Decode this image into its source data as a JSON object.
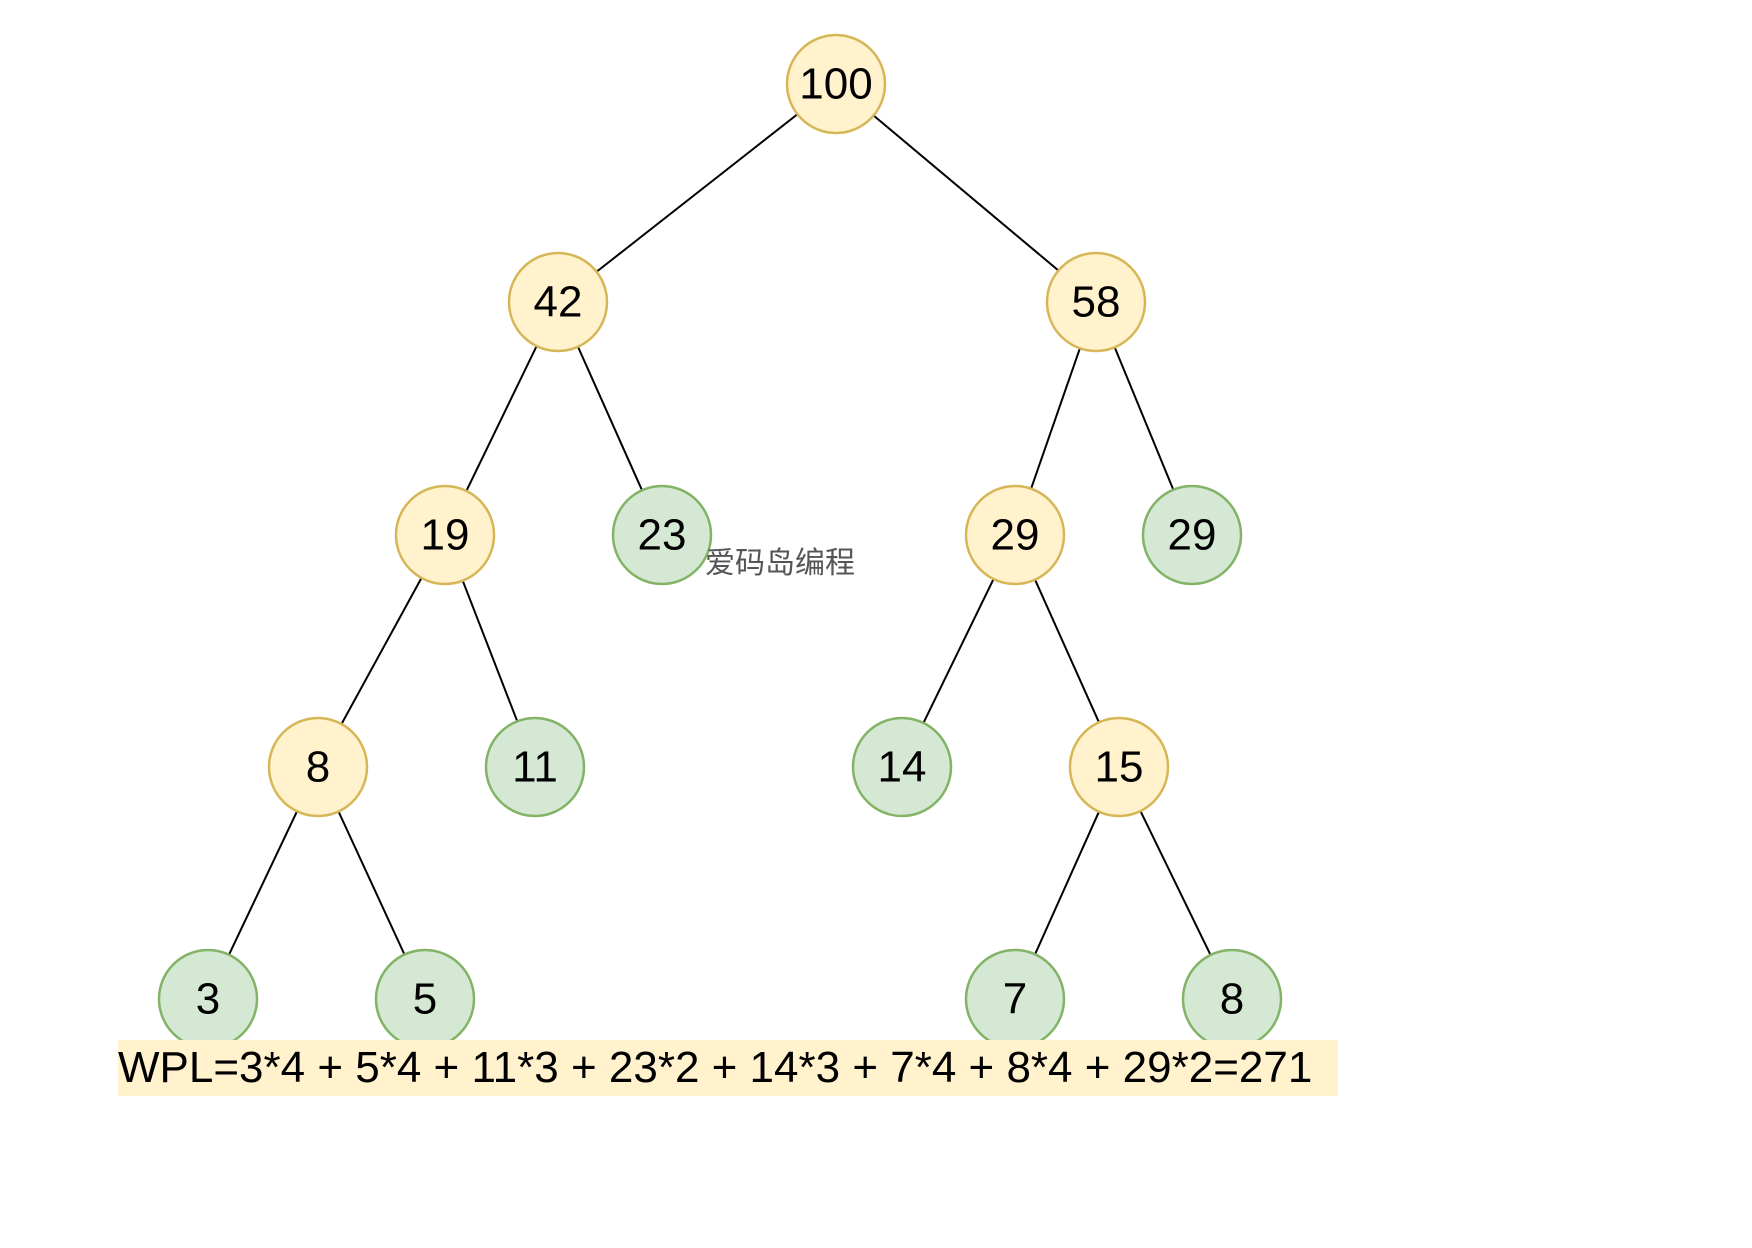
{
  "colors": {
    "internal_fill": "#FFF2CC",
    "internal_stroke": "#D6B656",
    "leaf_fill": "#D5E8D4",
    "leaf_stroke": "#82B366",
    "edge": "#000000",
    "formula_bg": "#FFF2CC"
  },
  "tree": {
    "nodes": [
      {
        "id": "n100",
        "label": "100",
        "kind": "internal"
      },
      {
        "id": "n42",
        "label": "42",
        "kind": "internal"
      },
      {
        "id": "n58",
        "label": "58",
        "kind": "internal"
      },
      {
        "id": "n19",
        "label": "19",
        "kind": "internal"
      },
      {
        "id": "n23",
        "label": "23",
        "kind": "leaf"
      },
      {
        "id": "n29a",
        "label": "29",
        "kind": "internal"
      },
      {
        "id": "n29b",
        "label": "29",
        "kind": "leaf"
      },
      {
        "id": "n8a",
        "label": "8",
        "kind": "internal"
      },
      {
        "id": "n11",
        "label": "11",
        "kind": "leaf"
      },
      {
        "id": "n14",
        "label": "14",
        "kind": "leaf"
      },
      {
        "id": "n15",
        "label": "15",
        "kind": "internal"
      },
      {
        "id": "n3",
        "label": "3",
        "kind": "leaf"
      },
      {
        "id": "n5",
        "label": "5",
        "kind": "leaf"
      },
      {
        "id": "n7",
        "label": "7",
        "kind": "leaf"
      },
      {
        "id": "n8b",
        "label": "8",
        "kind": "leaf"
      }
    ],
    "edges": [
      [
        "n100",
        "n42"
      ],
      [
        "n100",
        "n58"
      ],
      [
        "n42",
        "n19"
      ],
      [
        "n42",
        "n23"
      ],
      [
        "n58",
        "n29a"
      ],
      [
        "n58",
        "n29b"
      ],
      [
        "n19",
        "n8a"
      ],
      [
        "n19",
        "n11"
      ],
      [
        "n29a",
        "n14"
      ],
      [
        "n29a",
        "n15"
      ],
      [
        "n8a",
        "n3"
      ],
      [
        "n8a",
        "n5"
      ],
      [
        "n15",
        "n7"
      ],
      [
        "n15",
        "n8b"
      ]
    ]
  },
  "watermark": "爱码岛编程",
  "formula": "WPL=3*4 + 5*4 + 11*3 + 23*2 + 14*3 + 7*4 + 8*4 + 29*2=271"
}
